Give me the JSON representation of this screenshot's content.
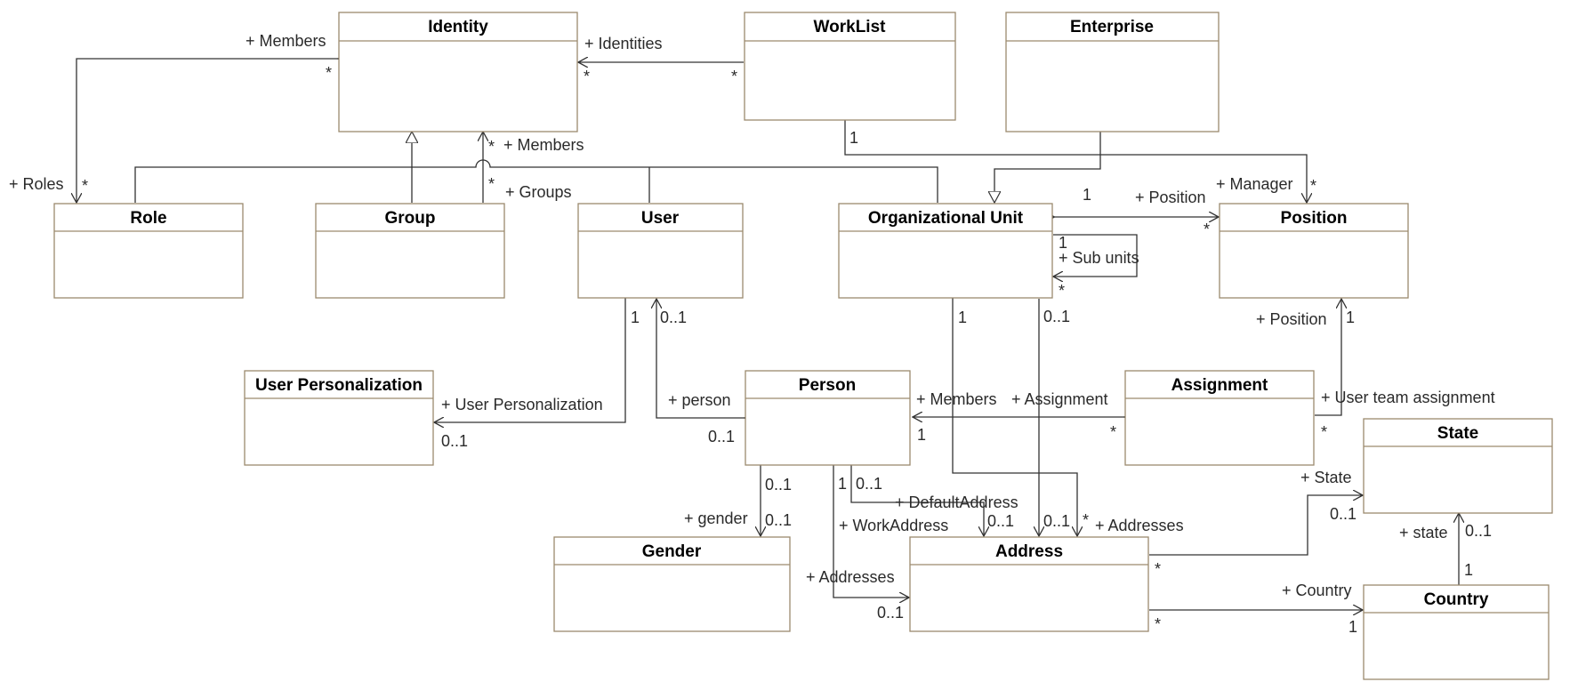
{
  "classes": {
    "identity": "Identity",
    "worklist": "WorkList",
    "enterprise": "Enterprise",
    "role": "Role",
    "group": "Group",
    "user": "User",
    "org_unit": "Organizational Unit",
    "position": "Position",
    "user_personalization": "User Personalization",
    "person": "Person",
    "assignment": "Assignment",
    "state": "State",
    "gender": "Gender",
    "address": "Address",
    "country": "Country"
  },
  "labels": {
    "members_top": "+ Members",
    "identities": "+ Identities",
    "star_identity_members": "*",
    "star_identity_identities": "*",
    "star_worklist": "*",
    "roles": "+ Roles",
    "star_roles": "*",
    "members_mid": "+ Members",
    "star_members_mid": "*",
    "groups": "+ Groups",
    "star_groups": "*",
    "worklist_one": "1",
    "enterprise_one": "1",
    "position_role": "+ Position",
    "manager": "+ Manager",
    "star_manager": "*",
    "star_position": "*",
    "orgunit_one": "1",
    "sub_units": "+ Sub units",
    "star_subunits": "*",
    "user_one": "1",
    "user_zero_one": "0..1",
    "orgunit_bottom_one": "1",
    "orgunit_bottom_zero_one": "0..1",
    "position_bottom": "+ Position",
    "position_bottom_one": "1",
    "user_personalization_role": "+ User Personalization",
    "user_personalization_mult": "0..1",
    "person_role": "+ person",
    "person_mult": "0..1",
    "members_assign": "+ Members",
    "assignment_role": "+ Assignment",
    "person_right_one": "1",
    "star_assignment": "*",
    "user_team_assignment": "+ User team assignment",
    "star_user_team": "*",
    "gender_src": "0..1",
    "gender_role": "+ gender",
    "gender_mult": "0..1",
    "person_addr_one": "1",
    "default_src": "0..1",
    "default_address": "+ DefaultAddress",
    "default_mult": "0..1",
    "work_address": "+ WorkAddress",
    "work_mult": "0..1",
    "star_addresses": "*",
    "addresses_right": "+ Addresses",
    "addresses_left": "+ Addresses",
    "addresses_left_mult": "0..1",
    "state_role": "+ State",
    "state_mult": "0..1",
    "star_state": "*",
    "state_lower": "+ state",
    "state_lower_mult": "0..1",
    "country_one": "1",
    "country_role": "+ Country",
    "star_country": "*",
    "country_mult": "1"
  }
}
